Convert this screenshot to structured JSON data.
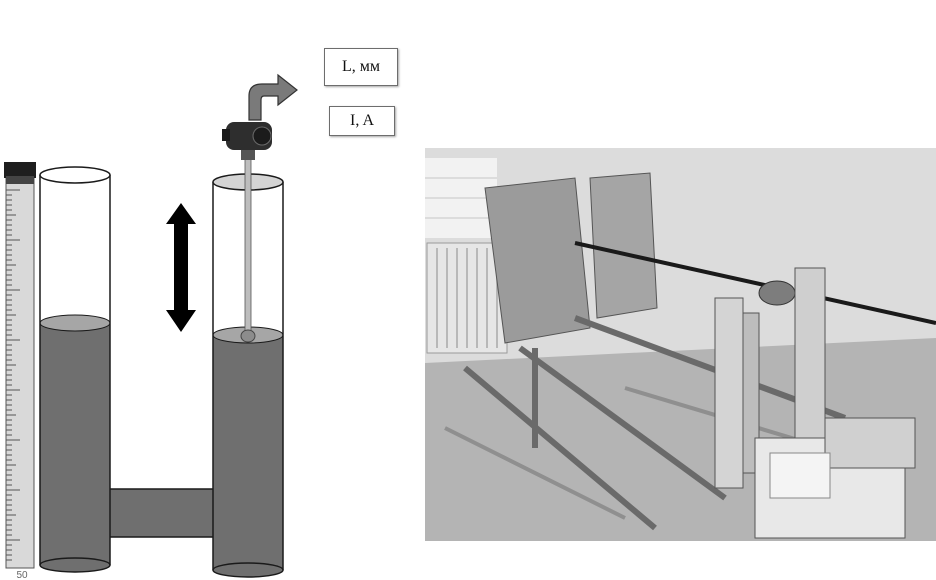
{
  "labels": {
    "level": "L, мм",
    "current": "I, A"
  },
  "scale": {
    "bottom_mark": "50"
  },
  "colors": {
    "liquid": "#6f6f6f",
    "liquid_surface": "#a6a6a6",
    "tube_outline": "#1a1a1a",
    "arrow": "#000000",
    "ruler": "#d9d9d9",
    "sensor_head": "#2e2e2e"
  },
  "icons": {
    "double_arrow": "double-arrow-vertical",
    "output_arrow": "curved-arrow-right",
    "sensor": "level-sensor-transmitter"
  }
}
